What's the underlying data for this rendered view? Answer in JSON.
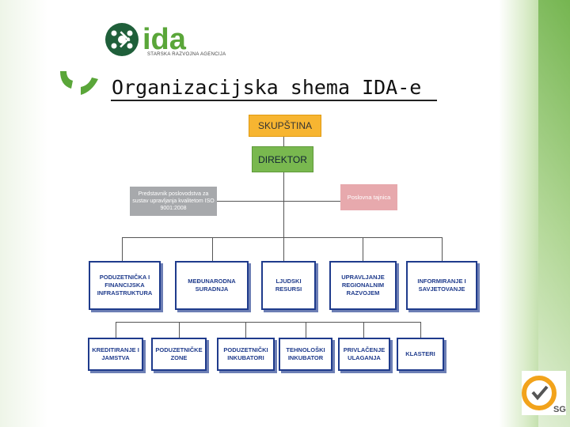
{
  "logo": {
    "mark": "ida",
    "subtitle": "STARSKA RAZVOJNA AGENCIJA"
  },
  "title": "Organizacijska shema IDA-e",
  "org": {
    "assembly": "SKUPŠTINA",
    "director": "DIREKTOR",
    "quality_rep": "Predstavnik poslovodstva za sustav upravljanja kvalitetom ISO 9001:2008",
    "secretary": "Poslovna tajnica",
    "departments": [
      "PODUZETNIČKA I FINANCIJSKA INFRASTRUKTURA",
      "MEĐUNARODNA SURADNJA",
      "LJUDSKI RESURSI",
      "UPRAVLJANJE REGIONALNIM RAZVOJEM",
      "INFORMIRANJE I SAVJETOVANJE"
    ],
    "units": [
      "KREDITIRANJE I JAMSTVA",
      "PODUZETNIČKE ZONE",
      "PODUZETNIČKI INKUBATORI",
      "TEHNOLOŠKI INKUBATOR",
      "PRIVLAČENJE ULAGANJA",
      "KLASTERI"
    ]
  },
  "certification": {
    "text": "SGS"
  },
  "colors": {
    "assembly": "#f7b531",
    "director": "#79b84f",
    "department_border": "#1f3b8c"
  }
}
